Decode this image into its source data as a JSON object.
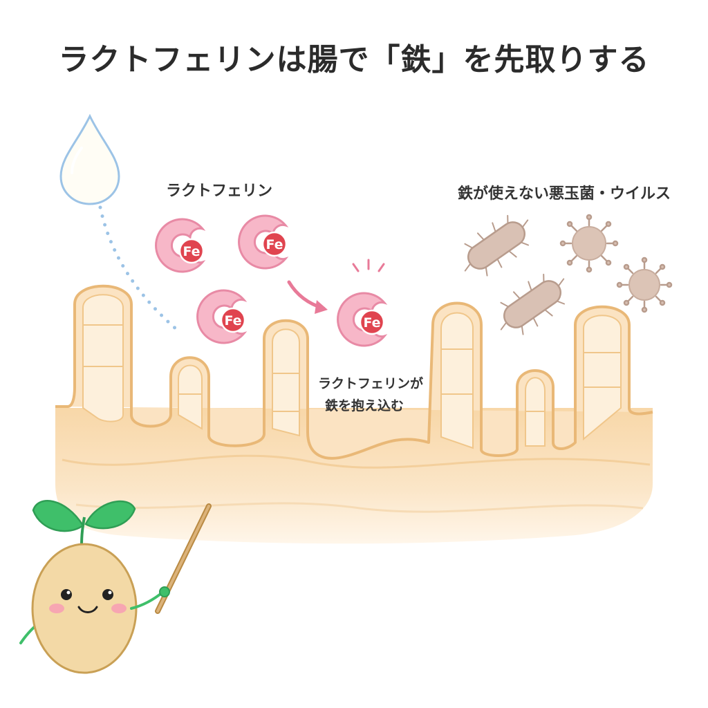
{
  "title": "ラクトフェリンは腸で「鉄」を先取りする",
  "labels": {
    "lactoferrin": "ラクトフェリン",
    "bad_microbes": "鉄が使えない悪玉菌・ウイルス",
    "capture_line1": "ラクトフェリンが",
    "capture_line2": "鉄を抱え込む"
  },
  "iron_symbol": "Fe",
  "colors": {
    "villi_fill": "#fbe3c2",
    "villi_stroke": "#e9b877",
    "lactoferrin_pink": "#f7b7c8",
    "iron_red": "#e0444f",
    "microbe": "#d9c1b4",
    "sprout_green": "#3fbf6a",
    "arrow_pink": "#e87a98",
    "drop_blue": "#9cc3e6"
  },
  "icons": [
    "milk-drop-icon",
    "lactoferrin-icon",
    "bacteria-icon",
    "virus-icon",
    "sprout-mascot-icon",
    "pointer-stick-icon"
  ]
}
